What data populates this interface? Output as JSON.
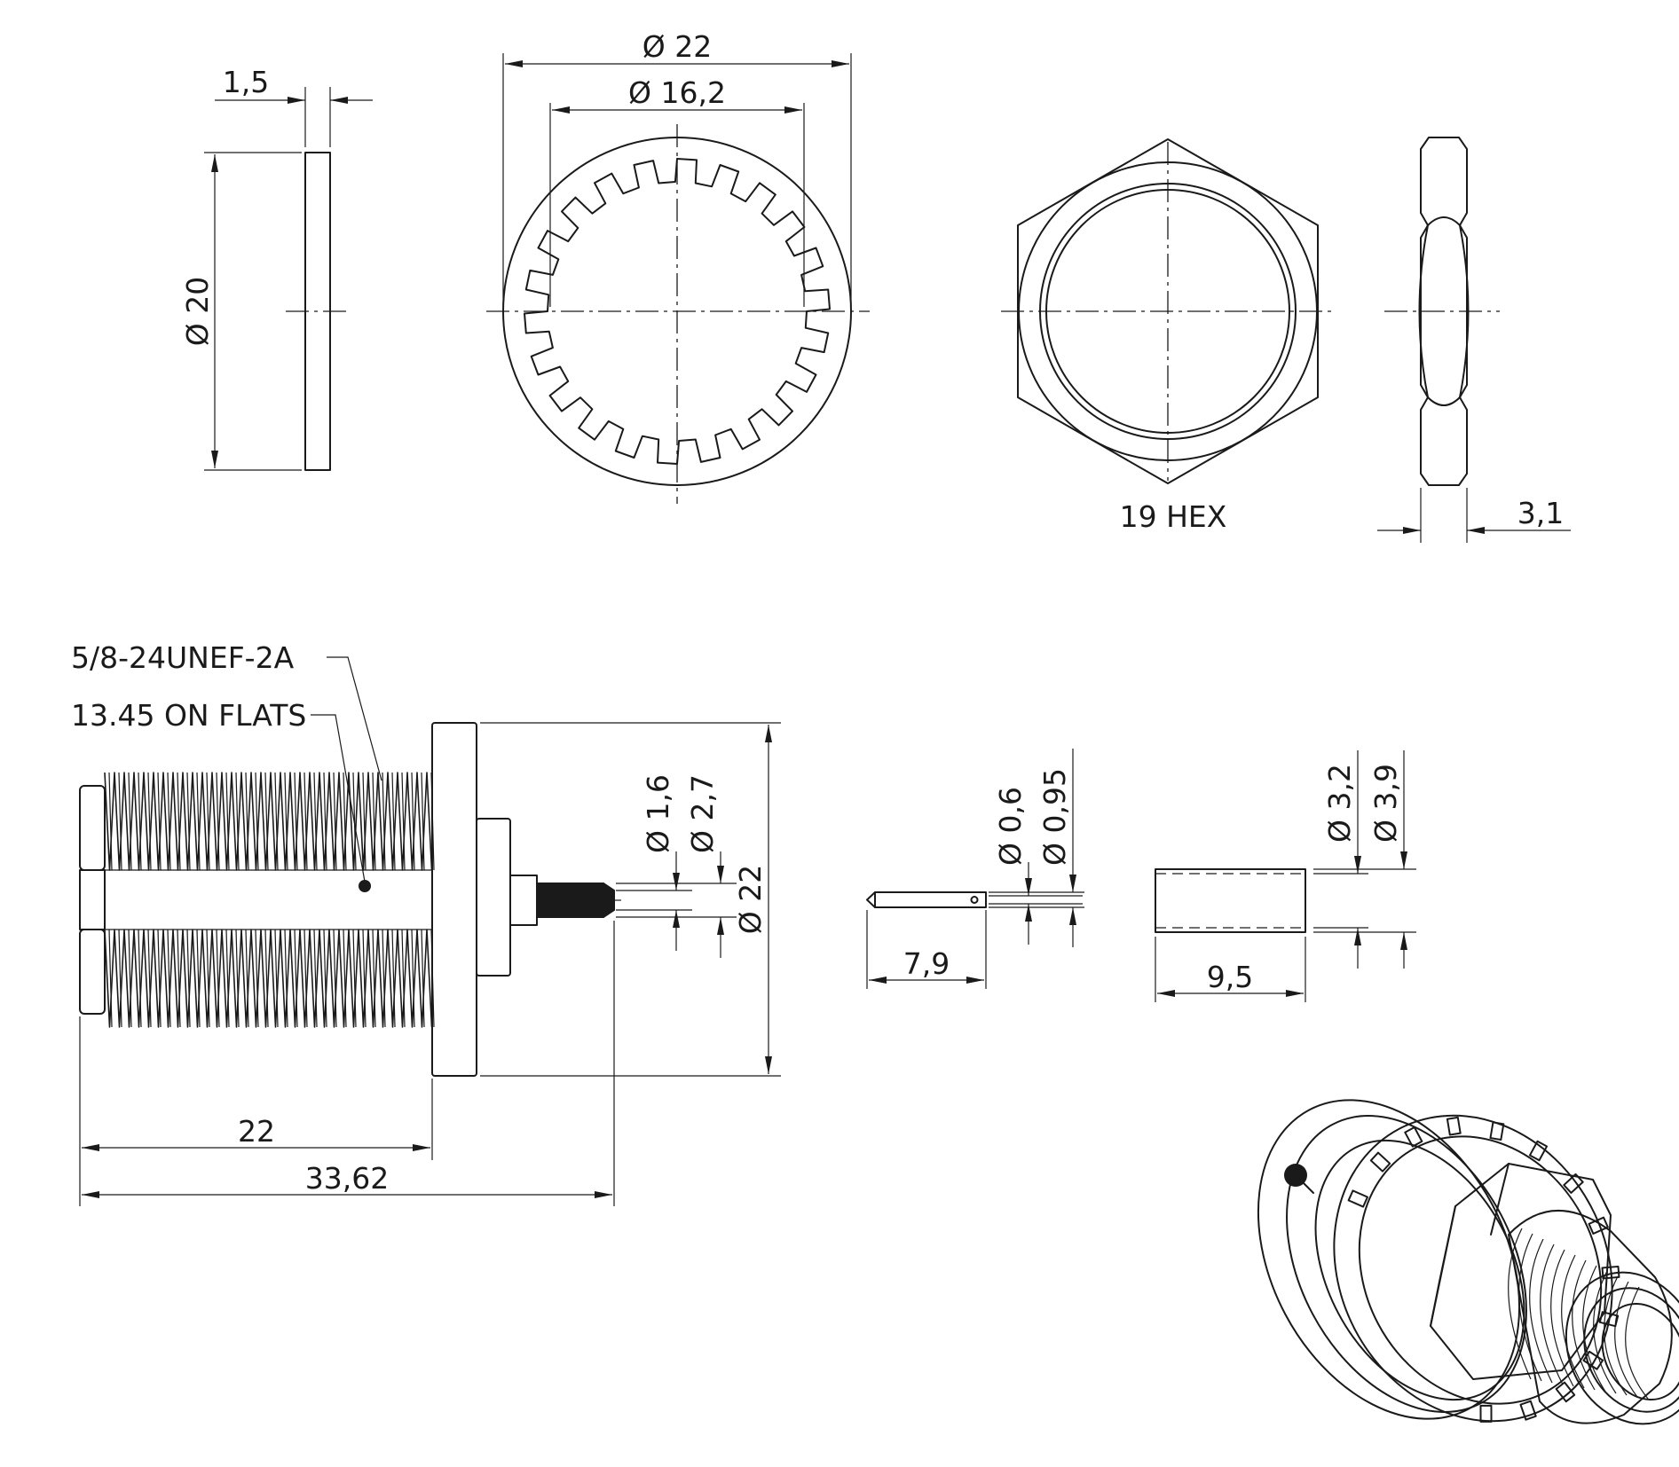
{
  "washer": {
    "thickness": "1,5",
    "diameter": "Ø 20"
  },
  "lockwasher": {
    "outer_diameter": "Ø 22",
    "inner_diameter": "Ø 16,2"
  },
  "hexnut": {
    "label": "19 HEX",
    "thickness": "3,1"
  },
  "connector": {
    "thread_note": "5/8-24UNEF-2A",
    "flats_note": "13.45 ON FLATS",
    "pin_tip_diameter": "Ø 1,6",
    "pin_diameter": "Ø 2,7",
    "flange_diameter": "Ø 22",
    "body_length": "22",
    "overall_length": "33,62"
  },
  "contact_pin": {
    "tip_diameter": "Ø 0,6",
    "diameter": "Ø 0,95",
    "length": "7,9"
  },
  "insulator": {
    "inner_diameter": "Ø 3,2",
    "outer_diameter": "Ø 3,9",
    "length": "9,5"
  }
}
